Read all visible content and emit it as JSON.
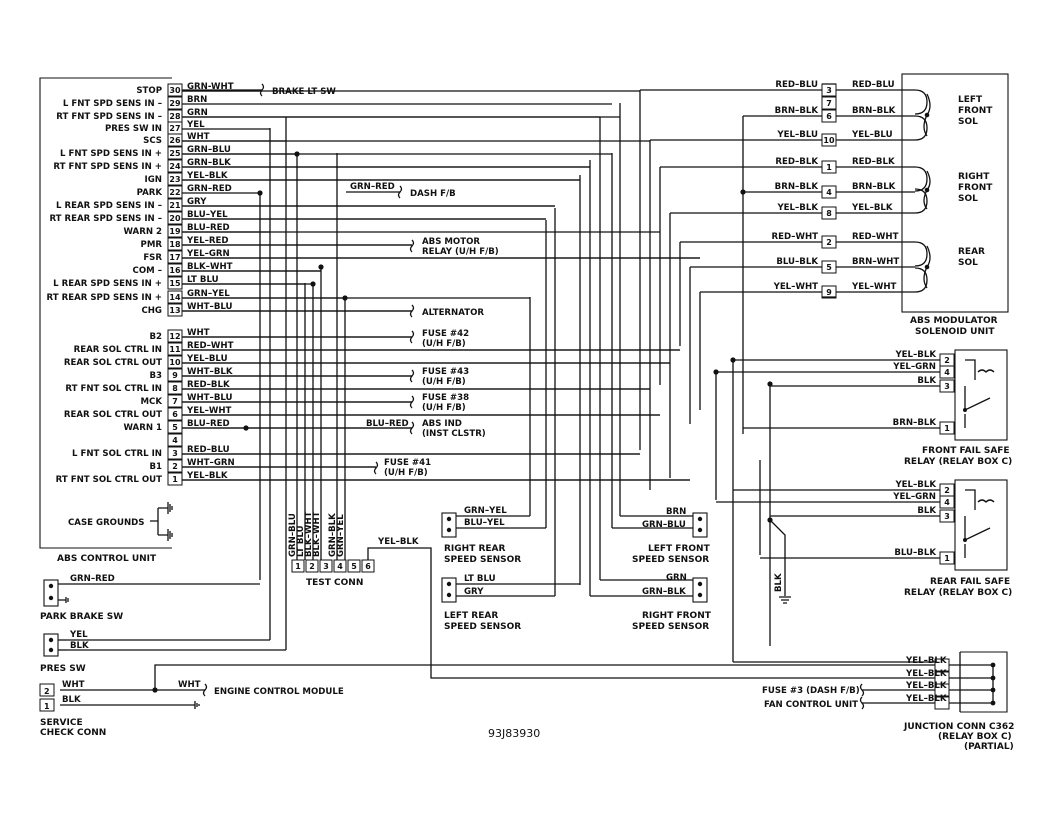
{
  "abs_unit": {
    "title": "ABS CONTROL UNIT",
    "case_grounds": "CASE GROUNDS",
    "terminals": [
      {
        "pin": "30",
        "name": "STOP",
        "wire": "GRN-WHT"
      },
      {
        "pin": "29",
        "name": "L FNT SPD SENS IN –",
        "wire": "BRN"
      },
      {
        "pin": "28",
        "name": "RT FNT SPD SENS IN –",
        "wire": "GRN"
      },
      {
        "pin": "27",
        "name": "PRES SW IN",
        "wire": "YEL"
      },
      {
        "pin": "26",
        "name": "SCS",
        "wire": "WHT"
      },
      {
        "pin": "25",
        "name": "L FNT SPD SENS IN +",
        "wire": "GRN–BLU"
      },
      {
        "pin": "24",
        "name": "RT FNT SPD SENS IN +",
        "wire": "GRN–BLK"
      },
      {
        "pin": "23",
        "name": "IGN",
        "wire": "YEL–BLK"
      },
      {
        "pin": "22",
        "name": "PARK",
        "wire": "GRN–RED"
      },
      {
        "pin": "21",
        "name": "L REAR SPD SENS IN –",
        "wire": "GRY"
      },
      {
        "pin": "20",
        "name": "RT REAR SPD SENS IN –",
        "wire": "BLU–YEL"
      },
      {
        "pin": "19",
        "name": "WARN 2",
        "wire": "BLU–RED"
      },
      {
        "pin": "18",
        "name": "PMR",
        "wire": "YEL–RED"
      },
      {
        "pin": "17",
        "name": "FSR",
        "wire": "YEL–GRN"
      },
      {
        "pin": "16",
        "name": "COM –",
        "wire": "BLK–WHT"
      },
      {
        "pin": "15",
        "name": "L REAR SPD SENS IN +",
        "wire": "LT BLU"
      },
      {
        "pin": "14",
        "name": "RT REAR SPD SENS IN +",
        "wire": "GRN–YEL"
      },
      {
        "pin": "13",
        "name": "CHG",
        "wire": "WHT–BLU"
      },
      {
        "pin": "12",
        "name": "B2",
        "wire": "WHT"
      },
      {
        "pin": "11",
        "name": "REAR SOL CTRL IN",
        "wire": "RED–WHT"
      },
      {
        "pin": "10",
        "name": "REAR SOL CTRL OUT",
        "wire": "YEL–BLU"
      },
      {
        "pin": "9",
        "name": "B3",
        "wire": "WHT–BLK"
      },
      {
        "pin": "8",
        "name": "RT FNT SOL CTRL IN",
        "wire": "RED–BLK"
      },
      {
        "pin": "7",
        "name": "MCK",
        "wire": "WHT–BLU"
      },
      {
        "pin": "6",
        "name": "REAR SOL CTRL OUT",
        "wire": "YEL–WHT"
      },
      {
        "pin": "5",
        "name": "WARN 1",
        "wire": "BLU–RED"
      },
      {
        "pin": "4",
        "name": "",
        "wire": ""
      },
      {
        "pin": "3",
        "name": "L FNT SOL CTRL IN",
        "wire": "RED–BLU"
      },
      {
        "pin": "2",
        "name": "B1",
        "wire": "WHT–GRN"
      },
      {
        "pin": "1",
        "name": "RT FNT SOL CTRL OUT",
        "wire": "YEL–BLK"
      }
    ]
  },
  "destinations": {
    "brake_lt_sw": "BRAKE LT SW",
    "dash_fb_wire": "GRN–RED",
    "dash_fb": "DASH F/B",
    "abs_motor_1": "ABS MOTOR",
    "abs_motor_2": "RELAY (U/H F/B)",
    "alternator": "ALTERNATOR",
    "fuse42_1": "FUSE #42",
    "fuse42_2": "(U/H F/B)",
    "fuse43_1": "FUSE #43",
    "fuse43_2": "(U/H F/B)",
    "fuse38_1": "FUSE #38",
    "fuse38_2": "(U/H F/B)",
    "abs_ind_wire": "BLU–RED",
    "abs_ind_1": "ABS IND",
    "abs_ind_2": "(INST CLSTR)",
    "fuse41_1": "FUSE #41",
    "fuse41_2": "(U/H F/B)"
  },
  "modulator": {
    "title_1": "ABS MODULATOR",
    "title_2": "SOLENOID UNIT",
    "rows": [
      {
        "pin": "3",
        "left": "RED–BLU",
        "right": "RED–BLU"
      },
      {
        "pin": "7",
        "left": "",
        "right": ""
      },
      {
        "pin": "6",
        "left": "BRN–BLK",
        "right": "BRN–BLK"
      },
      {
        "pin": "10",
        "left": "YEL–BLU",
        "right": "YEL–BLU"
      },
      {
        "pin": "1",
        "left": "RED–BLK",
        "right": "RED–BLK"
      },
      {
        "pin": "4",
        "left": "BRN–BLK",
        "right": "BRN–BLK"
      },
      {
        "pin": "8",
        "left": "YEL–BLK",
        "right": "YEL–BLK"
      },
      {
        "pin": "2",
        "left": "RED–WHT",
        "right": "RED–WHT"
      },
      {
        "pin": "5",
        "left": "BLU–BLK",
        "right": "BRN–WHT"
      },
      {
        "pin": "9",
        "left": "YEL–WHT",
        "right": "YEL–WHT"
      }
    ],
    "groups": [
      {
        "l1": "LEFT",
        "l2": "FRONT",
        "l3": "SOL"
      },
      {
        "l1": "RIGHT",
        "l2": "FRONT",
        "l3": "SOL"
      },
      {
        "l1": "REAR",
        "l2": "SOL",
        "l3": ""
      }
    ]
  },
  "front_relay": {
    "title_1": "FRONT FAIL SAFE",
    "title_2": "RELAY (RELAY BOX C)",
    "rows": [
      {
        "pin": "2",
        "wire": "YEL–BLK"
      },
      {
        "pin": "4",
        "wire": "YEL–GRN"
      },
      {
        "pin": "3",
        "wire": "BLK"
      },
      {
        "pin": "1",
        "wire": "BRN–BLK"
      }
    ]
  },
  "rear_relay": {
    "title_1": "REAR FAIL SAFE",
    "title_2": "RELAY (RELAY BOX C)",
    "rows": [
      {
        "pin": "2",
        "wire": "YEL–BLK"
      },
      {
        "pin": "4",
        "wire": "YEL–GRN"
      },
      {
        "pin": "3",
        "wire": "BLK"
      },
      {
        "pin": "1",
        "wire": "BLU–BLK"
      }
    ]
  },
  "relay_ground_wire": "BLK",
  "sensors": {
    "rr_1": "RIGHT REAR",
    "rr_2": "SPEED SENSOR",
    "rr_w1": "GRN–YEL",
    "rr_w2": "BLU–YEL",
    "lr_1": "LEFT REAR",
    "lr_2": "SPEED SENSOR",
    "lr_w1": "LT BLU",
    "lr_w2": "GRY",
    "lf_1": "LEFT FRONT",
    "lf_2": "SPEED SENSOR",
    "lf_w1": "BRN",
    "lf_w2": "GRN–BLU",
    "rf_1": "RIGHT FRONT",
    "rf_2": "SPEED SENSOR",
    "rf_w1": "GRN",
    "rf_w2": "GRN–BLK"
  },
  "test_conn": {
    "title": "TEST CONN",
    "pins": [
      "1",
      "2",
      "3",
      "4",
      "5",
      "6"
    ],
    "wires": [
      "GRN–BLU",
      "LT BLU",
      "BLK–WHT",
      "BLK–WHT",
      "GRN–BLK",
      "GRN–YEL"
    ],
    "pin6_wire": "YEL–BLK"
  },
  "park_brake": {
    "title": "PARK BRAKE SW",
    "wire": "GRN–RED"
  },
  "pres_sw": {
    "title": "PRES SW",
    "wire1": "YEL",
    "wire2": "BLK"
  },
  "service": {
    "title_1": "SERVICE",
    "title_2": "CHECK CONN",
    "pin_a": "2",
    "pin_b": "1",
    "wire_a": "WHT",
    "wire_b": "BLK",
    "ecm_wire": "WHT",
    "ecm": "ENGINE CONTROL MODULE"
  },
  "junction": {
    "title_1": "JUNCTION CONN C362",
    "title_2": "(RELAY BOX C)",
    "title_3": "(PARTIAL)",
    "wires": [
      "YEL–BLK",
      "YEL–BLK",
      "YEL–BLK",
      "YEL–BLK"
    ],
    "fuse3": "FUSE #3 (DASH F/B)",
    "fan": "FAN CONTROL UNIT"
  },
  "ref_code": "93J83930"
}
